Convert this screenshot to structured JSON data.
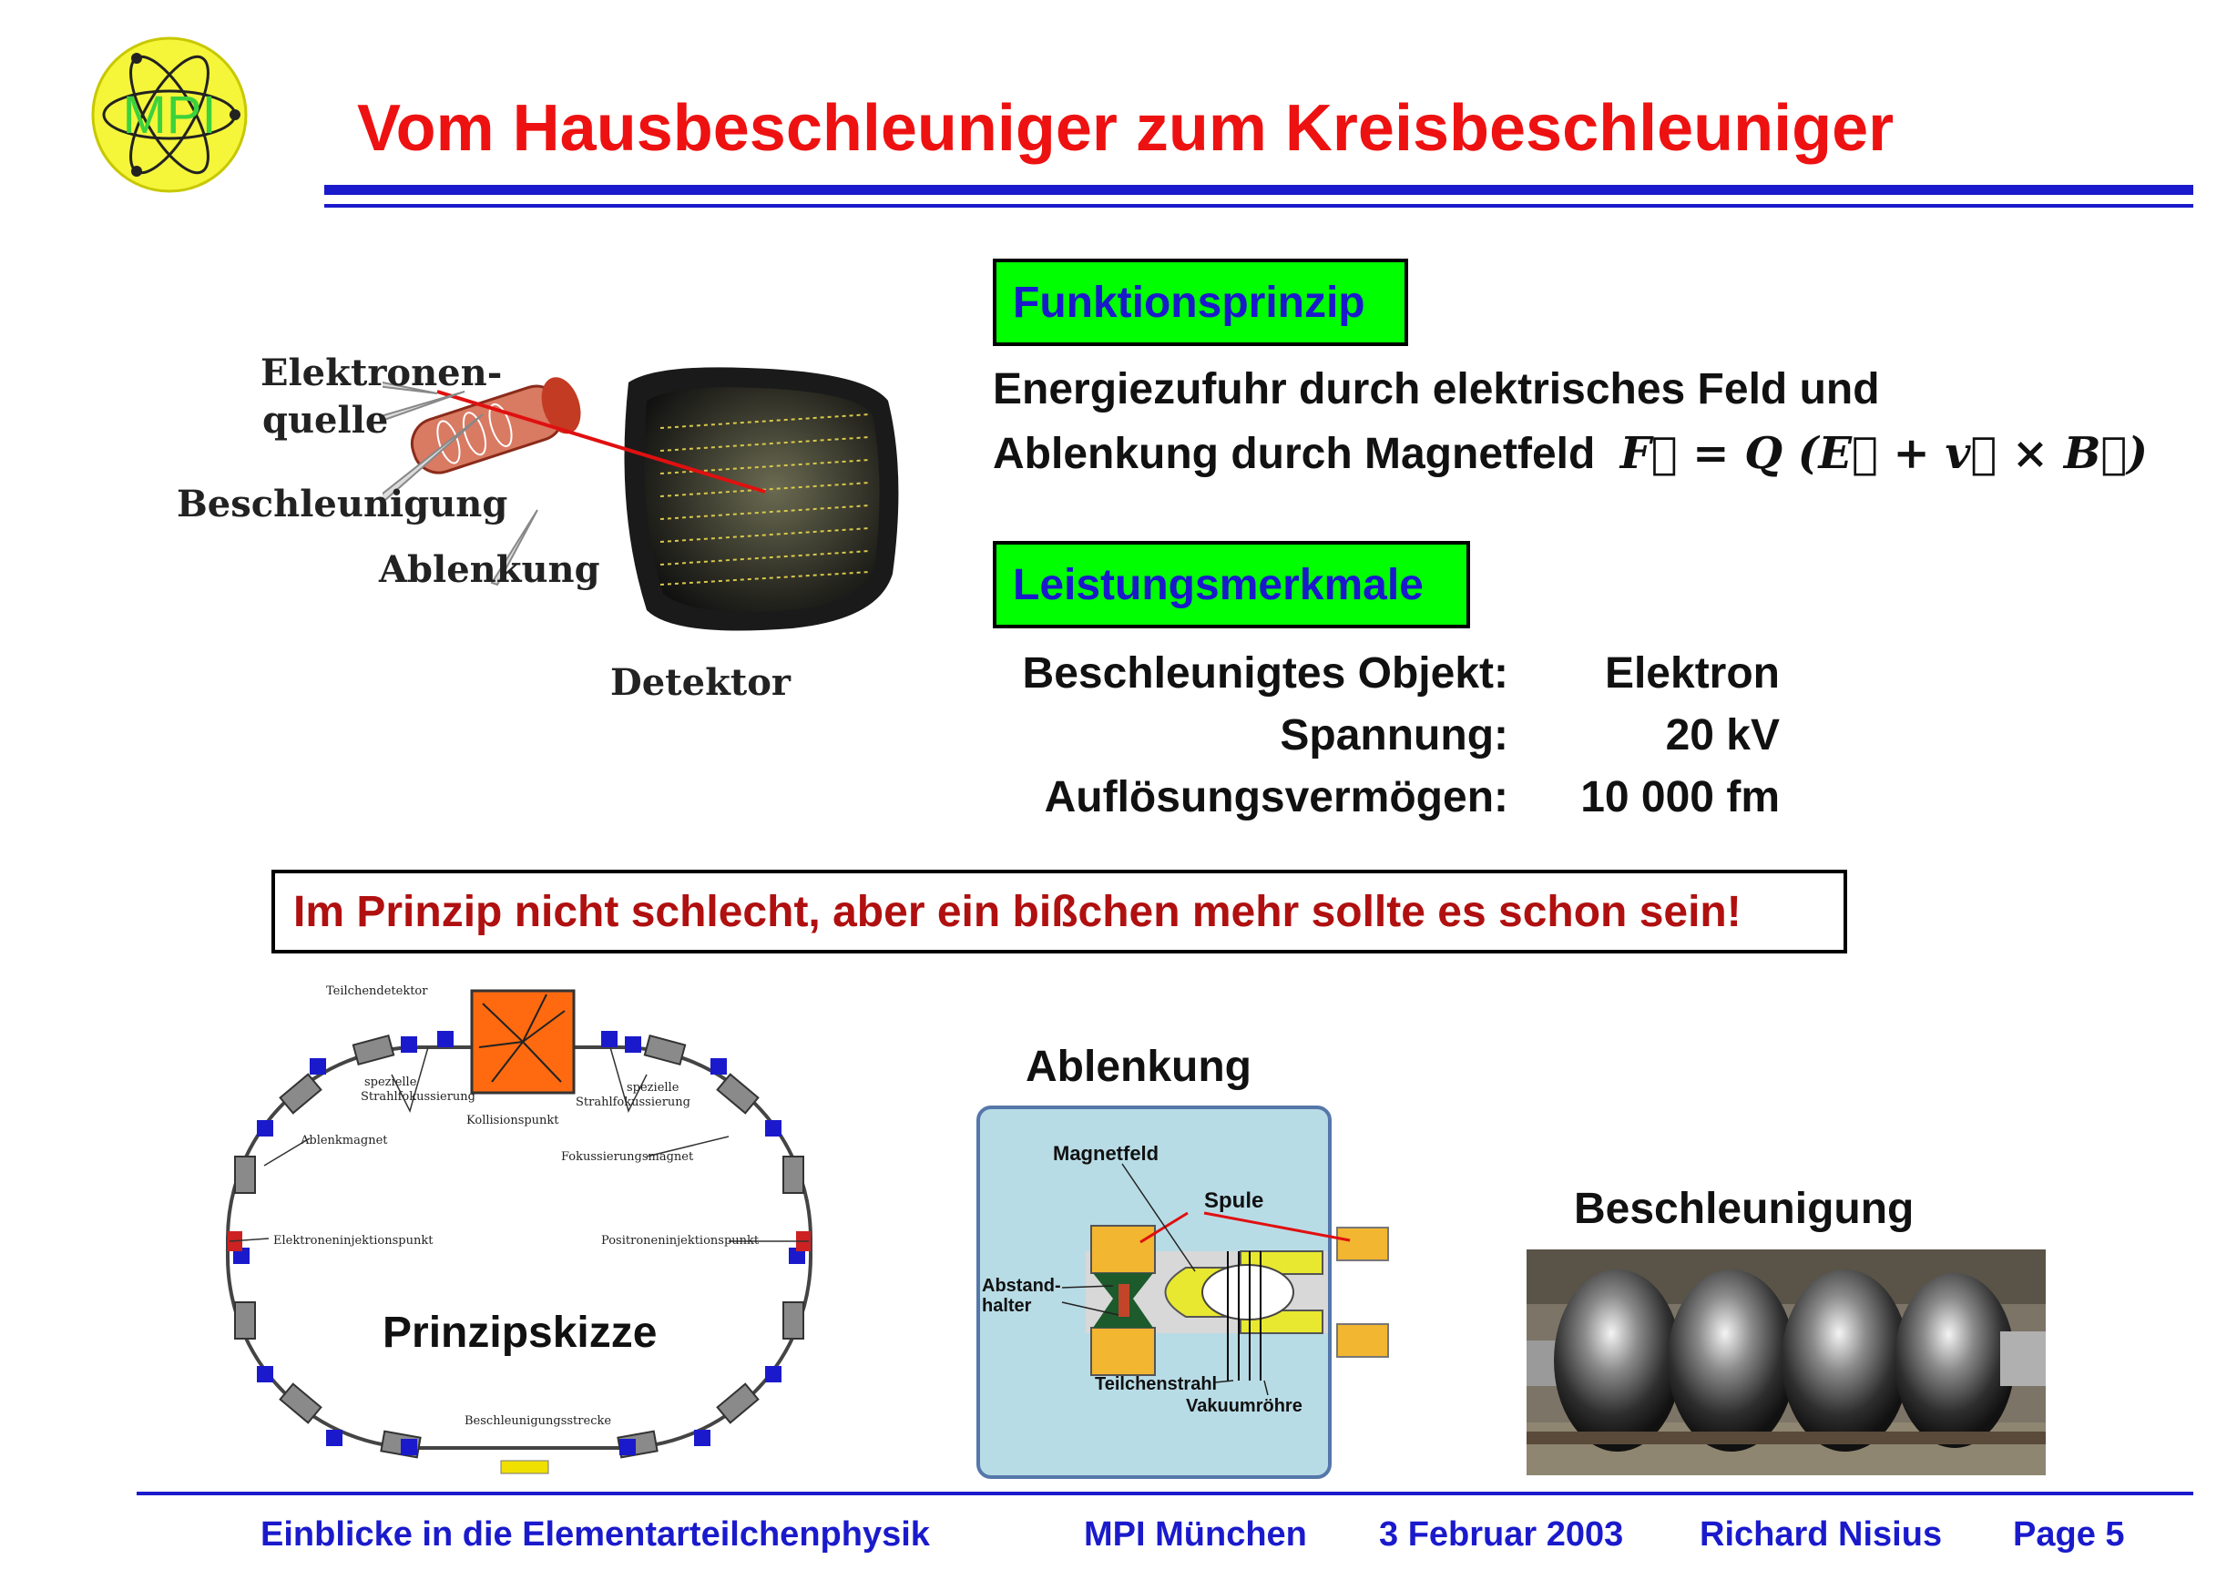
{
  "slide": {
    "logo_text": "MPI",
    "title": "Vom Hausbeschleuniger zum Kreisbeschleuniger"
  },
  "crt": {
    "labels": {
      "source_line1": "Elektronen-",
      "source_line2": "quelle",
      "acceleration": "Beschleunigung",
      "deflection": "Ablenkung",
      "detector": "Detektor"
    }
  },
  "principle": {
    "heading": "Funktionsprinzip",
    "line1": "Energiezufuhr durch elektrisches Feld und",
    "line2": "Ablenkung durch Magnetfeld",
    "formula": "F⃗ = Q (E⃗ + v⃗ × B⃗)"
  },
  "features": {
    "heading": "Leistungsmerkmale",
    "rows": [
      {
        "label": "Beschleunigtes Objekt:",
        "value": "Elektron"
      },
      {
        "label": "Spannung:",
        "value": "20 kV"
      },
      {
        "label": "Auflösungsvermögen:",
        "value": "10 000 fm"
      }
    ]
  },
  "note": "Im Prinzip nicht schlecht, aber ein bißchen mehr sollte es schon sein!",
  "ring": {
    "caption": "Prinzipskizze",
    "labels": {
      "detector": "Teilchendetektor",
      "focus_left": [
        "spezielle",
        "Strahlfokussierung"
      ],
      "focus_right": [
        "spezielle",
        "Strahlfokussierung"
      ],
      "collision": "Kollisionspunkt",
      "bending_magnet": "Ablenkmagnet",
      "focusing_magnet": "Fokussierungsmagnet",
      "electron_injection": "Elektroneninjektionspunkt",
      "positron_injection": "Positroneninjektionspunkt",
      "acceleration_section": "Beschleunigungsstrecke"
    }
  },
  "deflection": {
    "heading": "Ablenkung",
    "labels": {
      "field": "Magnetfeld",
      "coil": "Spule",
      "spacer_line1": "Abstand-",
      "spacer_line2": "halter",
      "beam": "Teilchenstrahl",
      "tube": "Vakuumröhre"
    }
  },
  "acceleration": {
    "heading": "Beschleunigung"
  },
  "footer": {
    "course": "Einblicke in die Elementarteilchenphysik",
    "institute": "MPI München",
    "date": "3 Februar 2003",
    "author": "Richard Nisius",
    "page": "Page 5"
  },
  "colors": {
    "title": "#ee1111",
    "rule": "#1a1acc",
    "heading_box": "#00ff00",
    "note_text": "#b01010"
  }
}
